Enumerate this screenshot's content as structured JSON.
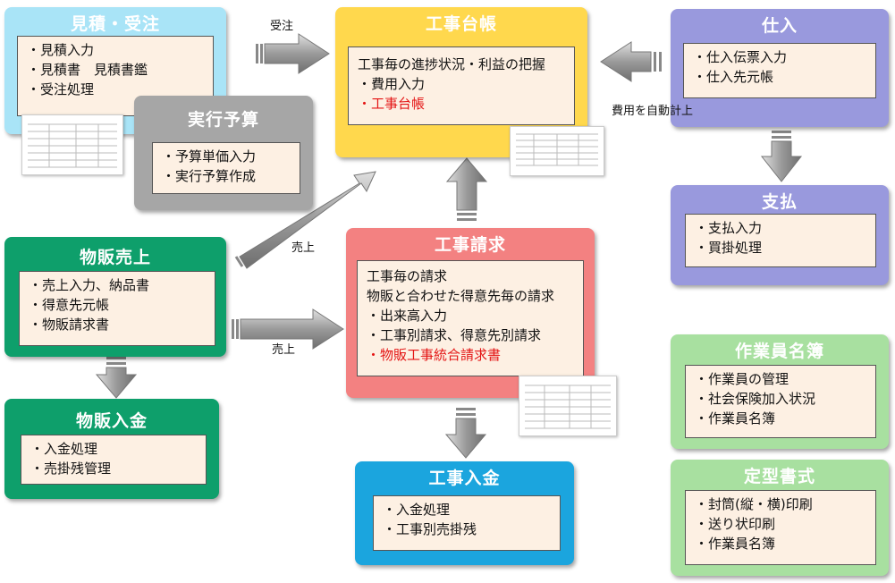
{
  "boxes": {
    "mitsumori": {
      "title": "見積・受注",
      "items": [
        "・見積入力",
        "・見積書　見積書鑑",
        "・受注処理"
      ]
    },
    "jikko": {
      "title": "実行予算",
      "items": [
        "・予算単価入力",
        "・実行予算作成"
      ]
    },
    "daicho": {
      "title": "工事台帳",
      "items": [
        "工事毎の進捗状況・利益の把握",
        "・費用入力",
        "・工事台帳"
      ]
    },
    "shiire": {
      "title": "仕入",
      "items": [
        "・仕入伝票入力",
        "・仕入先元帳"
      ]
    },
    "shiharai": {
      "title": "支払",
      "items": [
        "・支払入力",
        "・買掛処理"
      ]
    },
    "buppan_uriage": {
      "title": "物販売上",
      "items": [
        "・売上入力、納品書",
        "・得意先元帳",
        "・物販請求書"
      ]
    },
    "seikyu": {
      "title": "工事請求",
      "items": [
        "工事毎の請求",
        "物販と合わせた得意先毎の請求",
        "・出来高入力",
        "・工事別請求、得意先別請求",
        "・物販工事統合請求書"
      ]
    },
    "buppan_nyukin": {
      "title": "物販入金",
      "items": [
        "・入金処理",
        "・売掛残管理"
      ]
    },
    "koji_nyukin": {
      "title": "工事入金",
      "items": [
        "・入金処理",
        "・工事別売掛残"
      ]
    },
    "sagyoin": {
      "title": "作業員名簿",
      "items": [
        "・作業員の管理",
        "・社会保険加入状況",
        "・作業員名簿"
      ]
    },
    "teikei": {
      "title": "定型書式",
      "items": [
        "・封筒(縦・横)印刷",
        "・送り状印刷",
        "・作業員名簿"
      ]
    }
  },
  "labels": {
    "juchu": "受注",
    "hiyo": "費用を自動計上",
    "uriage1": "売上",
    "uriage2": "売上"
  },
  "colors": {
    "mitsumori": "#a9e4f7",
    "jikko": "#a6a6a6",
    "daicho": "#ffd84d",
    "shiire": "#9999dd",
    "green_dark": "#0e9f6b",
    "seikyu": "#f38181",
    "koji_nyukin": "#1ba5de",
    "green_light": "#a8e0a0",
    "highlight": "#e41515"
  }
}
